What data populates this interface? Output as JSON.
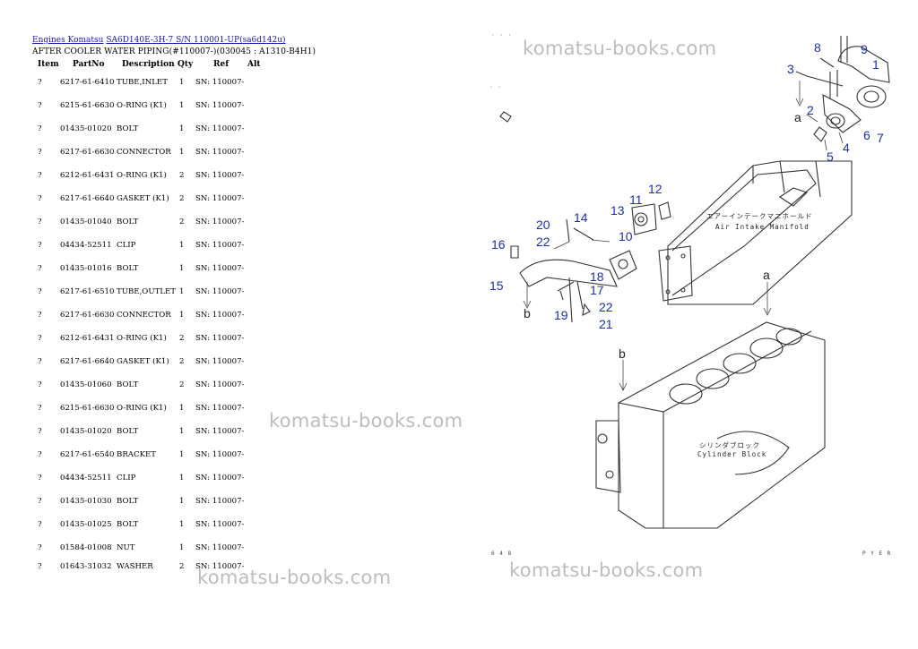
{
  "breadcrumb": {
    "link1": "Engines Komatsu",
    "link2": "SA6D140E-3H-7 S/N 110001-UP(sa6d142u)"
  },
  "title": "AFTER COOLER WATER PIPING(#110007-)(030045 : A1310-B4H1)",
  "columns": [
    "Item",
    "PartNo",
    "Description",
    "Qty",
    "Ref",
    "Alt"
  ],
  "parts": [
    {
      "item": "?",
      "part_no": "6217-61-6410",
      "description": "TUBE,INLET",
      "qty": "1",
      "ref": "SN: 110007-"
    },
    {
      "item": "?",
      "part_no": "6215-61-6630",
      "description": "O-RING (K1)",
      "qty": "1",
      "ref": "SN: 110007-"
    },
    {
      "item": "?",
      "part_no": "01435-01020",
      "description": "BOLT",
      "qty": "1",
      "ref": "SN: 110007-"
    },
    {
      "item": "?",
      "part_no": "6217-61-6630",
      "description": "CONNECTOR",
      "qty": "1",
      "ref": "SN: 110007-"
    },
    {
      "item": "?",
      "part_no": "6212-61-6431",
      "description": "O-RING (K1)",
      "qty": "2",
      "ref": "SN: 110007-"
    },
    {
      "item": "?",
      "part_no": "6217-61-6640",
      "description": "GASKET (K1)",
      "qty": "2",
      "ref": "SN: 110007-"
    },
    {
      "item": "?",
      "part_no": "01435-01040",
      "description": "BOLT",
      "qty": "2",
      "ref": "SN: 110007-"
    },
    {
      "item": "?",
      "part_no": "04434-52511",
      "description": "CLIP",
      "qty": "1",
      "ref": "SN: 110007-"
    },
    {
      "item": "?",
      "part_no": "01435-01016",
      "description": "BOLT",
      "qty": "1",
      "ref": "SN: 110007-"
    },
    {
      "item": "?",
      "part_no": "6217-61-6510",
      "description": "TUBE,OUTLET",
      "qty": "1",
      "ref": "SN: 110007-"
    },
    {
      "item": "?",
      "part_no": "6217-61-6630",
      "description": "CONNECTOR",
      "qty": "1",
      "ref": "SN: 110007-"
    },
    {
      "item": "?",
      "part_no": "6212-61-6431",
      "description": "O-RING (K1)",
      "qty": "2",
      "ref": "SN: 110007-"
    },
    {
      "item": "?",
      "part_no": "6217-61-6640",
      "description": "GASKET (K1)",
      "qty": "2",
      "ref": "SN: 110007-"
    },
    {
      "item": "?",
      "part_no": "01435-01060",
      "description": "BOLT",
      "qty": "2",
      "ref": "SN: 110007-"
    },
    {
      "item": "?",
      "part_no": "6215-61-6630",
      "description": "O-RING (K1)",
      "qty": "1",
      "ref": "SN: 110007-"
    },
    {
      "item": "?",
      "part_no": "01435-01020",
      "description": "BOLT",
      "qty": "1",
      "ref": "SN: 110007-"
    },
    {
      "item": "?",
      "part_no": "6217-61-6540",
      "description": "BRACKET",
      "qty": "1",
      "ref": "SN: 110007-"
    },
    {
      "item": "?",
      "part_no": "04434-52511",
      "description": "CLIP",
      "qty": "1",
      "ref": "SN: 110007-"
    },
    {
      "item": "?",
      "part_no": "01435-01030",
      "description": "BOLT",
      "qty": "1",
      "ref": "SN: 110007-"
    },
    {
      "item": "?",
      "part_no": "01435-01025",
      "description": "BOLT",
      "qty": "1",
      "ref": "SN: 110007-"
    },
    {
      "item": "?",
      "part_no": "01584-01008",
      "description": "NUT",
      "qty": "1",
      "ref": "SN: 110007-"
    },
    {
      "item": "?",
      "part_no": "01643-31032",
      "description": "WASHER",
      "qty": "2",
      "ref": "SN: 110007-"
    }
  ],
  "watermark": "komatsu-books.com",
  "diagram": {
    "callouts": [
      "1",
      "2",
      "3",
      "4",
      "5",
      "6",
      "7",
      "8",
      "9",
      "10",
      "11",
      "12",
      "13",
      "14",
      "15",
      "16",
      "17",
      "18",
      "19",
      "20",
      "21",
      "22",
      "22"
    ],
    "ref_a": "a",
    "ref_b": "b",
    "manifold_jp": "エアーインテークマニホールド",
    "manifold_en": "Air Intake Manifold",
    "block_jp": "シリンダブロック",
    "block_en": "Cylinder Block",
    "corner_left": "6 4 8",
    "corner_right": "P Y E R",
    "top_marks": "· · ·",
    "side_mark": "· ·"
  },
  "colors": {
    "link": "#1a1aa6",
    "callout": "#1b2fb0",
    "watermark": "#bdbdbd"
  }
}
